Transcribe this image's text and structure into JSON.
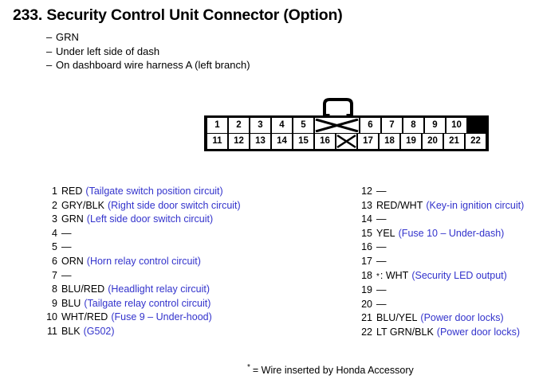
{
  "header": {
    "title": "233. Security Control Unit Connector (Option)",
    "notes": [
      {
        "dash": "–",
        "text": "GRN"
      },
      {
        "dash": "–",
        "text": "Under left side of dash"
      },
      {
        "dash": "–",
        "text": "On dashboard wire harness A (left branch)"
      }
    ]
  },
  "connector": {
    "latch_shape": "connector-latch-icon",
    "top_row": [
      "1",
      "2",
      "3",
      "4",
      "5",
      "",
      "6",
      "7",
      "8",
      "9",
      "10"
    ],
    "bottom_row": [
      "11",
      "12",
      "13",
      "14",
      "15",
      "16",
      "",
      "17",
      "18",
      "19",
      "20",
      "21",
      "22"
    ],
    "blank_cell_marker": "x-cross",
    "top_blank_index": 5,
    "bottom_blank_index": 6
  },
  "pins": {
    "left": [
      {
        "num": "1",
        "star": "",
        "wire": "RED",
        "desc": "(Tailgate switch position circuit)"
      },
      {
        "num": "2",
        "star": "",
        "wire": "GRY/BLK",
        "desc": "(Right side door switch circuit)"
      },
      {
        "num": "3",
        "star": "",
        "wire": "GRN",
        "desc": "(Left side door switch circuit)"
      },
      {
        "num": "4",
        "star": "",
        "wire": "—",
        "desc": ""
      },
      {
        "num": "5",
        "star": "",
        "wire": "—",
        "desc": ""
      },
      {
        "num": "6",
        "star": "",
        "wire": "ORN",
        "desc": "(Horn relay control circuit)"
      },
      {
        "num": "7",
        "star": "",
        "wire": "—",
        "desc": ""
      },
      {
        "num": "8",
        "star": "",
        "wire": "BLU/RED",
        "desc": "(Headlight relay circuit)"
      },
      {
        "num": "9",
        "star": "",
        "wire": "BLU",
        "desc": "(Tailgate relay control circuit)"
      },
      {
        "num": "10",
        "star": "",
        "wire": "WHT/RED",
        "desc": "(Fuse 9 – Under-hood)"
      },
      {
        "num": "11",
        "star": "",
        "wire": "BLK",
        "desc": "(G502)"
      }
    ],
    "right": [
      {
        "num": "12",
        "star": "",
        "wire": "—",
        "desc": ""
      },
      {
        "num": "13",
        "star": "",
        "wire": "RED/WHT",
        "desc": "(Key-in ignition circuit)"
      },
      {
        "num": "14",
        "star": "",
        "wire": "—",
        "desc": ""
      },
      {
        "num": "15",
        "star": "",
        "wire": "YEL",
        "desc": "(Fuse 10 – Under-dash)"
      },
      {
        "num": "16",
        "star": "",
        "wire": "—",
        "desc": ""
      },
      {
        "num": "17",
        "star": "",
        "wire": "—",
        "desc": ""
      },
      {
        "num": "18",
        "star": "*",
        "wire": ": WHT",
        "desc": "(Security LED output)"
      },
      {
        "num": "19",
        "star": "",
        "wire": "—",
        "desc": ""
      },
      {
        "num": "20",
        "star": "",
        "wire": "—",
        "desc": ""
      },
      {
        "num": "21",
        "star": "",
        "wire": "BLU/YEL",
        "desc": "(Power door locks)"
      },
      {
        "num": "22",
        "star": "",
        "wire": "LT GRN/BLK",
        "desc": "(Power door locks)"
      }
    ]
  },
  "footnote": {
    "star": "*",
    "text": "= Wire inserted by Honda Accessory"
  },
  "colors": {
    "text": "#000000",
    "circuit_description": "#3333cc",
    "diagram_line": "#000000",
    "background": "#ffffff"
  }
}
